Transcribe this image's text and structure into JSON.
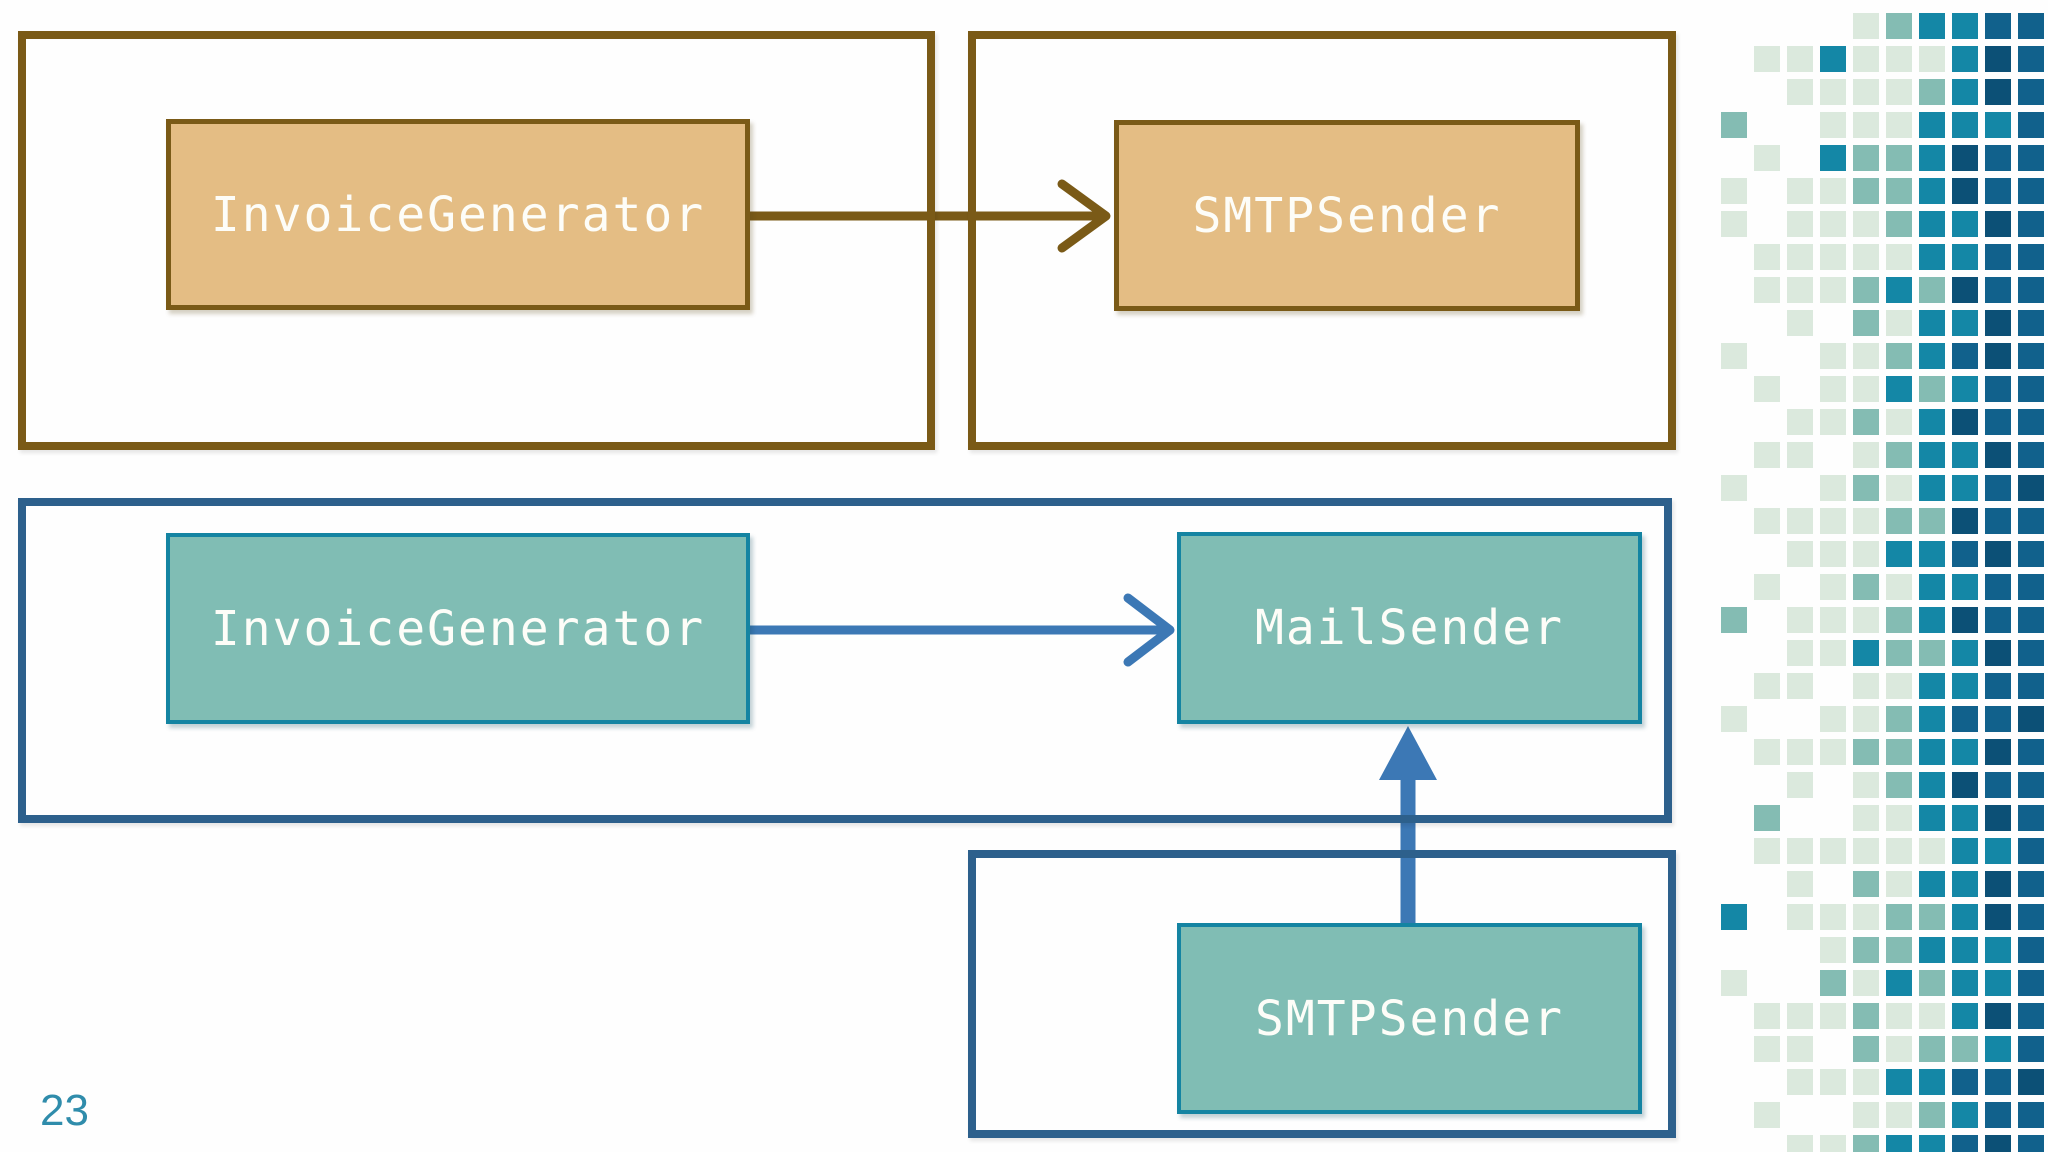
{
  "slide": {
    "page_number": "23"
  },
  "colors": {
    "before_border": "#7a5a17",
    "before_box_fill": "#e4bd84",
    "before_arrow": "#7a5a17",
    "after_container_border": "#2d608c",
    "after_box_fill": "#80bdb4",
    "after_box_border": "#1484a2",
    "after_arrow": "#3c78b5",
    "page_number_color": "#2f8cab",
    "label_text": "#fdfdf8"
  },
  "diagram": {
    "before": {
      "boxes": [
        {
          "label": "InvoiceGenerator"
        },
        {
          "label": "SMTPSender"
        }
      ]
    },
    "after": {
      "boxes": [
        {
          "label": "InvoiceGenerator"
        },
        {
          "label": "MailSender"
        },
        {
          "label": "SMTPSender"
        }
      ]
    }
  },
  "mosaic": {
    "palette": {
      "L": "#dbe9dd",
      "M": "#84bcb3",
      "T": "#1487a6",
      "D": "#11618c",
      "X": "#0c5076"
    },
    "pattern": [
      "....LMTTDD",
      ".LLTLLLTXD",
      "..LLLLMTXD",
      "M..LLLTTTD",
      ".L.TMMTXDD",
      "L.LLMMTXDD",
      "L.LLLMTTXD",
      ".LLLLLTTDD",
      ".LLLMTMXDD",
      "..L.MLTTXD",
      "L..LLMTDXD",
      ".L.LLTMTDD",
      "..LLMLTXDD",
      ".LL.LMTTXD",
      "L..LMLTTDX",
      ".LLLLMMXDD",
      "..LLLTTDXD",
      ".L.LMLTTDD",
      "M.LLLMTXDD",
      "..LLTMMTXD",
      ".LL.LLTTDD",
      "L..LLMTDDX",
      ".LLLMMTTXD",
      "..L.LMTXDD",
      ".M..LLTTXD",
      ".LLLLLLTTD",
      "..L.MLTTXD",
      "T.LLLMMTXD",
      "...LMMTTTD",
      "L..MLTMTTD",
      ".LLLMLLTXD",
      ".LL.MLMMTD",
      "..LLLTTDDX",
      ".L..LLMTDD",
      "..LLMTTDXD"
    ]
  }
}
